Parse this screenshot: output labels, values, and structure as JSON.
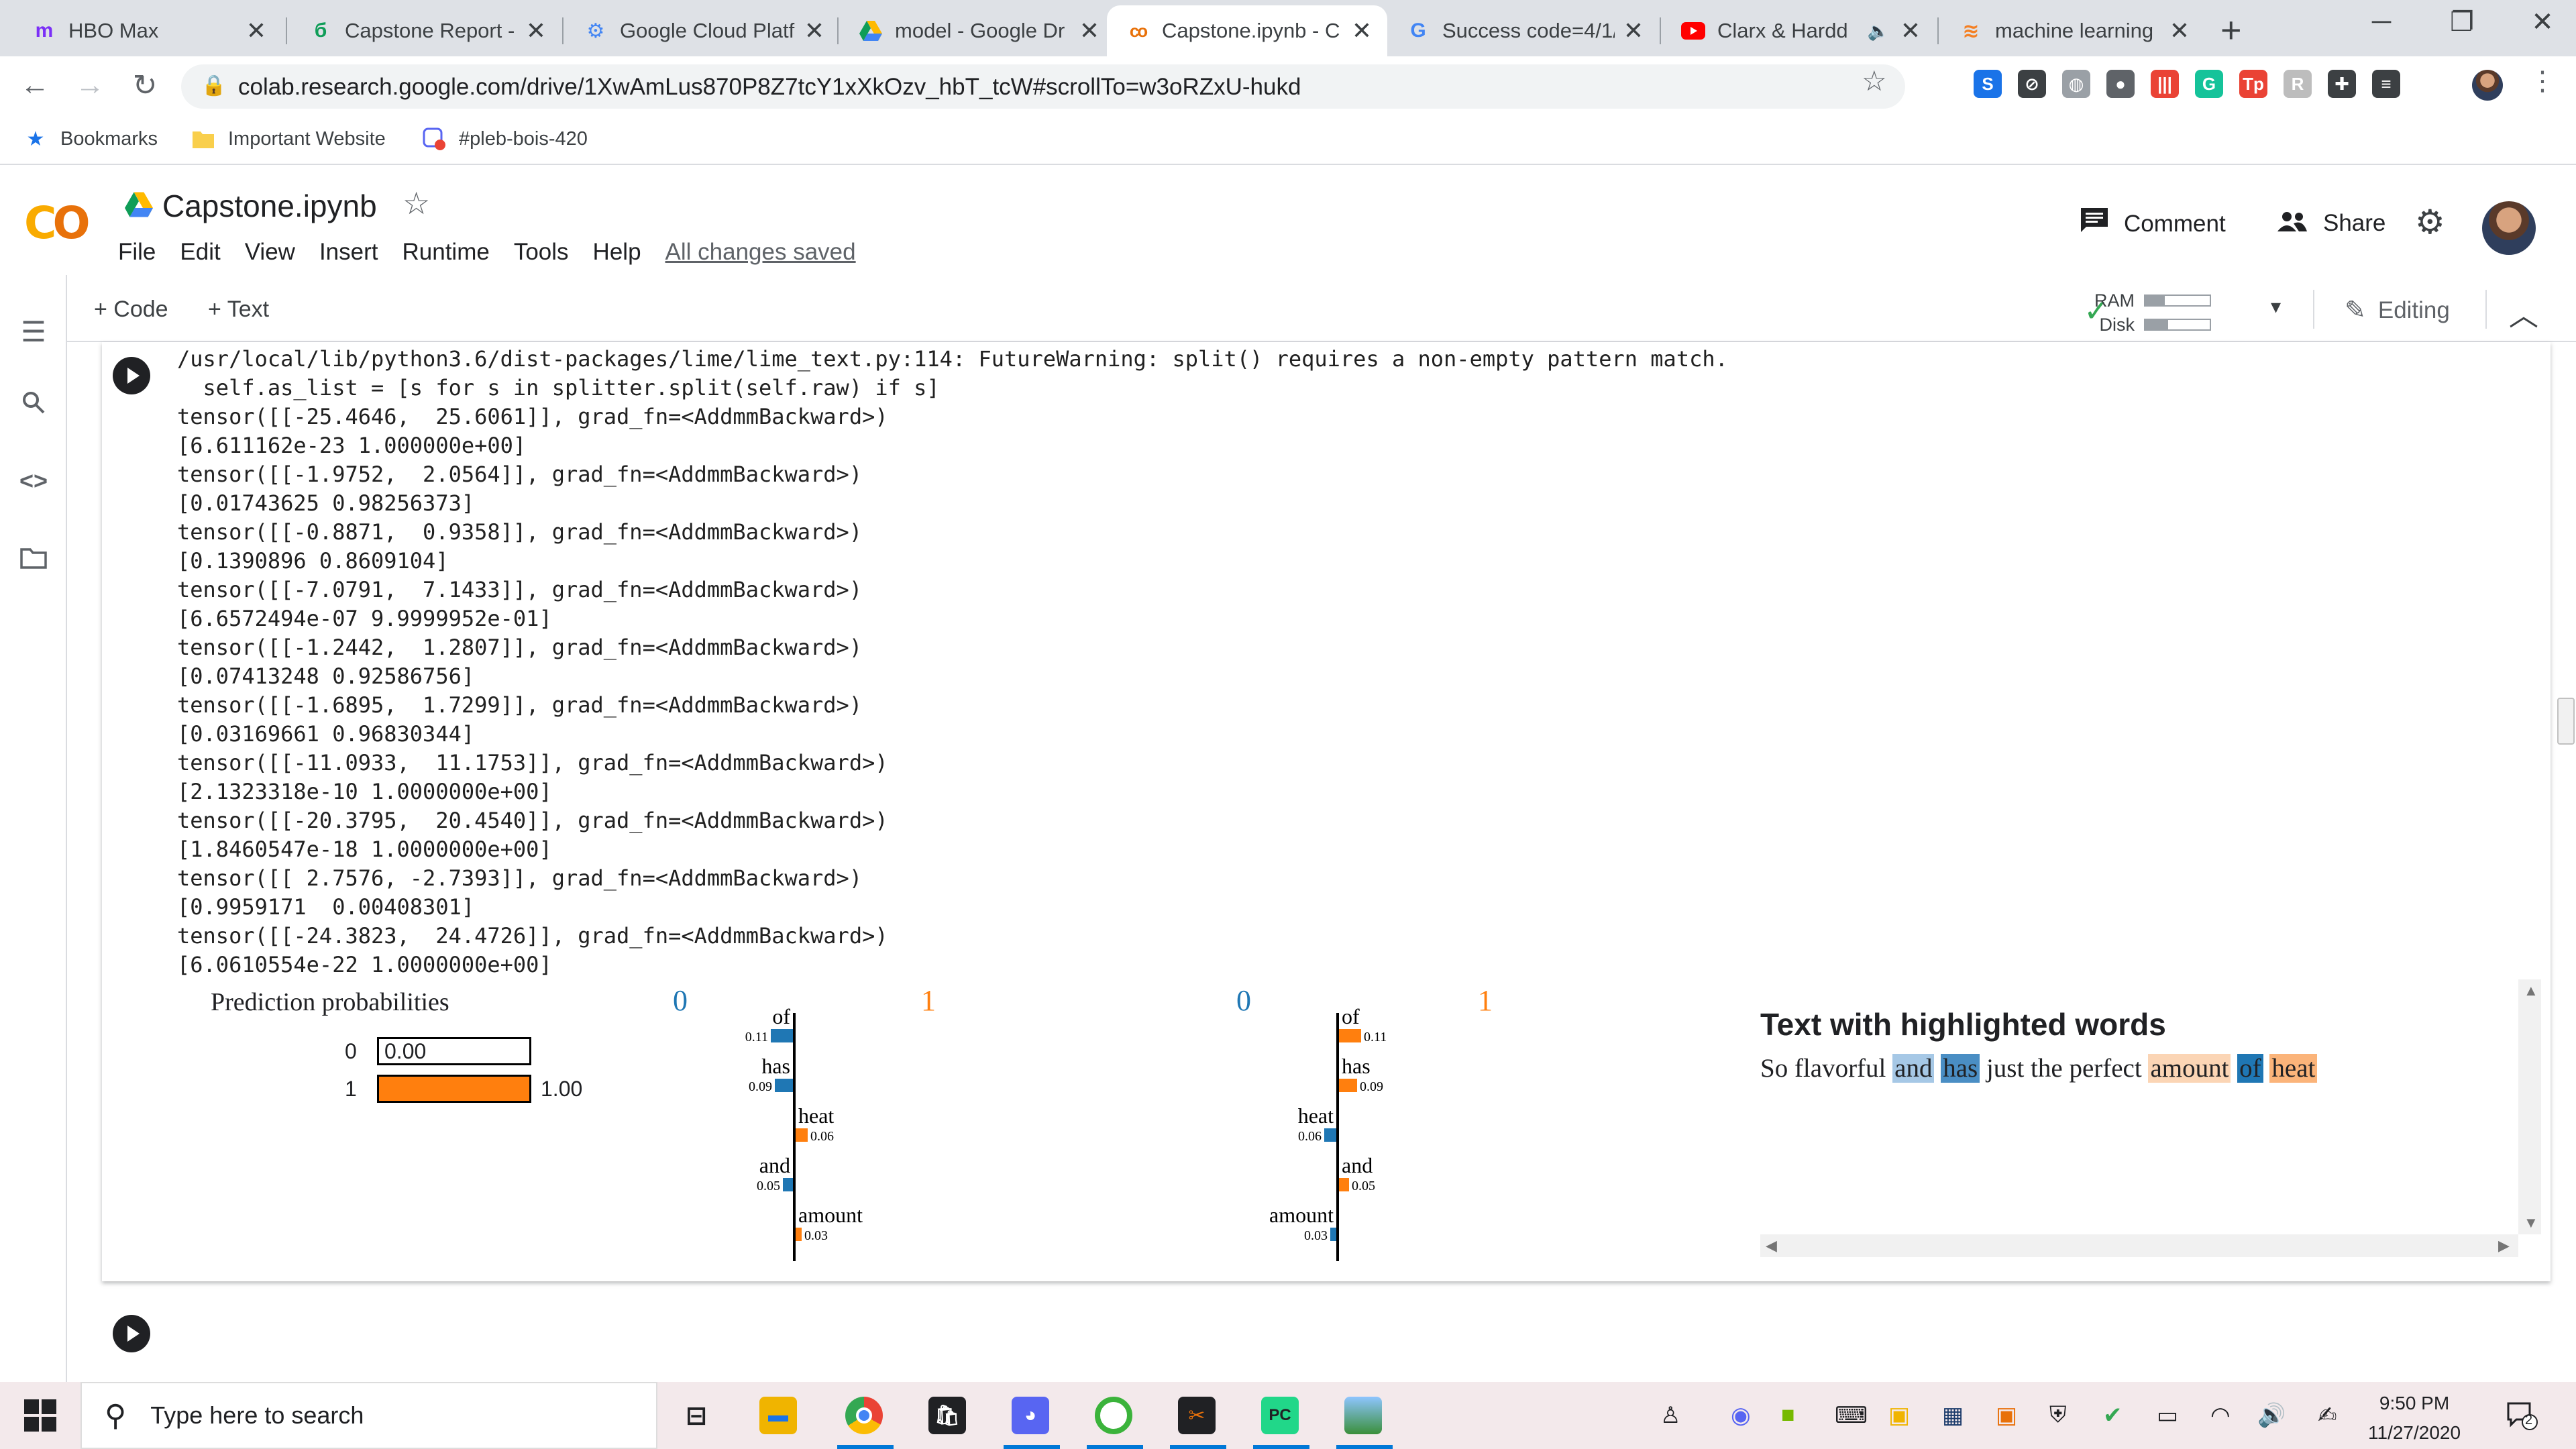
{
  "browser": {
    "tabs": [
      {
        "title": "HBO Max",
        "icon": "hbo-max-icon"
      },
      {
        "title": "Capstone Report - ",
        "icon": "google-docs-icon"
      },
      {
        "title": "Google Cloud Platf",
        "icon": "google-cloud-icon"
      },
      {
        "title": "model - Google Dr",
        "icon": "google-drive-icon"
      },
      {
        "title": "Capstone.ipynb - C",
        "icon": "colab-icon",
        "active": true
      },
      {
        "title": "Success code=4/1/",
        "icon": "google-icon"
      },
      {
        "title": "Clarx & Hardd",
        "icon": "youtube-icon",
        "audio": true
      },
      {
        "title": "machine learning",
        "icon": "stackoverflow-icon"
      }
    ],
    "url": "colab.research.google.com/drive/1XwAmLus870P8Z7tcY1xXkOzv_hbT_tcW#scrollTo=w3oRZxU-hukd",
    "bookmarks": [
      {
        "label": "Bookmarks",
        "icon": "star-icon"
      },
      {
        "label": "Important Website",
        "icon": "folder-icon"
      },
      {
        "label": "#pleb-bois-420",
        "icon": "discord-icon"
      }
    ],
    "extensions": [
      {
        "label": "S",
        "color": "#1a73e8"
      },
      {
        "label": "⊘",
        "color": "#3c4043"
      },
      {
        "label": "◍",
        "color": "#9aa0a6"
      },
      {
        "label": "●",
        "color": "#5f6368"
      },
      {
        "label": "|||",
        "color": "#ea4335"
      },
      {
        "label": "G",
        "color": "#15c39a"
      },
      {
        "label": "Tp",
        "color": "#ea4335"
      },
      {
        "label": "R",
        "color": "#bdbdbd"
      },
      {
        "label": "✚",
        "color": "#3c4043"
      },
      {
        "label": "≡",
        "color": "#3c4043"
      }
    ]
  },
  "colab": {
    "title": "Capstone.ipynb",
    "menu": [
      "File",
      "Edit",
      "View",
      "Insert",
      "Runtime",
      "Tools",
      "Help"
    ],
    "saved_status": "All changes saved",
    "comment_label": "Comment",
    "share_label": "Share",
    "add_code_label": "+ Code",
    "add_text_label": "+ Text",
    "ram_label": "RAM",
    "disk_label": "Disk",
    "editing_label": "Editing"
  },
  "output": {
    "lines": [
      "/usr/local/lib/python3.6/dist-packages/lime/lime_text.py:114: FutureWarning: split() requires a non-empty pattern match.",
      "  self.as_list = [s for s in splitter.split(self.raw) if s]",
      "tensor([[-25.4646,  25.6061]], grad_fn=<AddmmBackward>)",
      "[6.611162e-23 1.000000e+00]",
      "tensor([[-1.9752,  2.0564]], grad_fn=<AddmmBackward>)",
      "[0.01743625 0.98256373]",
      "tensor([[-0.8871,  0.9358]], grad_fn=<AddmmBackward>)",
      "[0.1390896 0.8609104]",
      "tensor([[-7.0791,  7.1433]], grad_fn=<AddmmBackward>)",
      "[6.6572494e-07 9.9999952e-01]",
      "tensor([[-1.2442,  1.2807]], grad_fn=<AddmmBackward>)",
      "[0.07413248 0.92586756]",
      "tensor([[-1.6895,  1.7299]], grad_fn=<AddmmBackward>)",
      "[0.03169661 0.96830344]",
      "tensor([[-11.0933,  11.1753]], grad_fn=<AddmmBackward>)",
      "[2.1323318e-10 1.0000000e+00]",
      "tensor([[-20.3795,  20.4540]], grad_fn=<AddmmBackward>)",
      "[1.8460547e-18 1.0000000e+00]",
      "tensor([[ 2.7576, -2.7393]], grad_fn=<AddmmBackward>)",
      "[0.9959171  0.00408301]",
      "tensor([[-24.3823,  24.4726]], grad_fn=<AddmmBackward>)",
      "[6.0610554e-22 1.0000000e+00]"
    ]
  },
  "lime": {
    "pred_title": "Prediction probabilities",
    "probs": [
      {
        "cls": "0",
        "value": 0.0,
        "label": "0.00"
      },
      {
        "cls": "1",
        "value": 1.0,
        "label": "1.00"
      }
    ],
    "class_color_0": "#1f77b4",
    "class_color_1": "#ff7f0e",
    "hl_title": "Text with highlighted words",
    "highlighted": [
      {
        "word": "So flavorful ",
        "bg": ""
      },
      {
        "word": "and",
        "bg": "#a6c8e6"
      },
      {
        "word": " ",
        "bg": ""
      },
      {
        "word": "has",
        "bg": "#4a8ec4"
      },
      {
        "word": " just the perfect ",
        "bg": ""
      },
      {
        "word": "amount",
        "bg": "#fbd5b5"
      },
      {
        "word": " ",
        "bg": ""
      },
      {
        "word": "of",
        "bg": "#1f77b4"
      },
      {
        "word": " ",
        "bg": ""
      },
      {
        "word": "heat",
        "bg": "#fbb47a"
      }
    ]
  },
  "chart_data": [
    {
      "type": "bar",
      "orientation": "horizontal",
      "header_left": "0",
      "header_right": "1",
      "categories": [
        "of",
        "has",
        "heat",
        "and",
        "amount"
      ],
      "values": [
        -0.11,
        -0.09,
        0.06,
        -0.05,
        0.03
      ],
      "labels": [
        "0.11",
        "0.09",
        "0.06",
        "0.05",
        "0.03"
      ]
    },
    {
      "type": "bar",
      "orientation": "horizontal",
      "header_left": "0",
      "header_right": "1",
      "categories": [
        "of",
        "has",
        "heat",
        "and",
        "amount"
      ],
      "values": [
        0.11,
        0.09,
        -0.06,
        0.05,
        -0.03
      ],
      "labels": [
        "0.11",
        "0.09",
        "0.06",
        "0.05",
        "0.03"
      ]
    }
  ],
  "taskbar": {
    "search_placeholder": "Type here to search",
    "time": "9:50 PM",
    "date": "11/27/2020",
    "notification_count": "2"
  }
}
